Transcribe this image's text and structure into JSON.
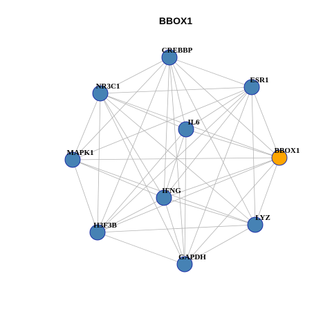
{
  "title": "BBOX1",
  "colors": {
    "default_node": "#4682b4",
    "highlight_node": "#ffa500",
    "node_border": "#1f30a8",
    "edge": "#b3b3b3"
  },
  "nodes": [
    {
      "id": "CREBBP",
      "label": "CREBBP",
      "highlight": false
    },
    {
      "id": "ESR1",
      "label": "ESR1",
      "highlight": false
    },
    {
      "id": "NR3C1",
      "label": "NR3C1",
      "highlight": false
    },
    {
      "id": "IL6",
      "label": "IL6",
      "highlight": false
    },
    {
      "id": "BBOX1",
      "label": "BBOX1",
      "highlight": true
    },
    {
      "id": "MAPK1",
      "label": "MAPK1",
      "highlight": false
    },
    {
      "id": "IFNG",
      "label": "IFNG",
      "highlight": false
    },
    {
      "id": "LYZ",
      "label": "LYZ",
      "highlight": false
    },
    {
      "id": "H3F3B",
      "label": "H3F3B",
      "highlight": false
    },
    {
      "id": "GAPDH",
      "label": "GAPDH",
      "highlight": false
    }
  ],
  "edges": [
    [
      "CREBBP",
      "ESR1"
    ],
    [
      "CREBBP",
      "NR3C1"
    ],
    [
      "CREBBP",
      "IL6"
    ],
    [
      "CREBBP",
      "BBOX1"
    ],
    [
      "CREBBP",
      "MAPK1"
    ],
    [
      "CREBBP",
      "IFNG"
    ],
    [
      "CREBBP",
      "LYZ"
    ],
    [
      "CREBBP",
      "H3F3B"
    ],
    [
      "CREBBP",
      "GAPDH"
    ],
    [
      "ESR1",
      "NR3C1"
    ],
    [
      "ESR1",
      "IL6"
    ],
    [
      "ESR1",
      "BBOX1"
    ],
    [
      "ESR1",
      "MAPK1"
    ],
    [
      "ESR1",
      "IFNG"
    ],
    [
      "ESR1",
      "LYZ"
    ],
    [
      "ESR1",
      "H3F3B"
    ],
    [
      "ESR1",
      "GAPDH"
    ],
    [
      "NR3C1",
      "IL6"
    ],
    [
      "NR3C1",
      "BBOX1"
    ],
    [
      "NR3C1",
      "MAPK1"
    ],
    [
      "NR3C1",
      "IFNG"
    ],
    [
      "NR3C1",
      "LYZ"
    ],
    [
      "NR3C1",
      "H3F3B"
    ],
    [
      "NR3C1",
      "GAPDH"
    ],
    [
      "IL6",
      "BBOX1"
    ],
    [
      "IL6",
      "IFNG"
    ],
    [
      "IL6",
      "H3F3B"
    ],
    [
      "IL6",
      "GAPDH"
    ],
    [
      "MAPK1",
      "BBOX1"
    ],
    [
      "MAPK1",
      "IFNG"
    ],
    [
      "MAPK1",
      "LYZ"
    ],
    [
      "MAPK1",
      "H3F3B"
    ],
    [
      "BBOX1",
      "IFNG"
    ],
    [
      "BBOX1",
      "LYZ"
    ],
    [
      "BBOX1",
      "H3F3B"
    ],
    [
      "BBOX1",
      "GAPDH"
    ],
    [
      "IFNG",
      "LYZ"
    ],
    [
      "IFNG",
      "H3F3B"
    ],
    [
      "IFNG",
      "GAPDH"
    ],
    [
      "LYZ",
      "H3F3B"
    ],
    [
      "LYZ",
      "GAPDH"
    ],
    [
      "H3F3B",
      "GAPDH"
    ]
  ]
}
